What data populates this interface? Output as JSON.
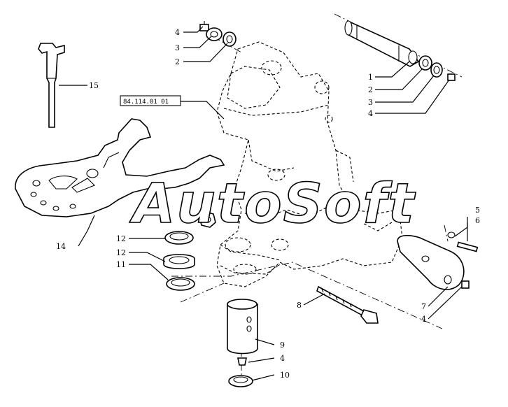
{
  "diagram": {
    "reference_box": "84.114.01 01",
    "watermark": "AutoSoft",
    "callouts": {
      "c1_top_left": "4",
      "c2_top_left": "3",
      "c3_top_left": "2",
      "c4_right_pin": "1",
      "c5_right_pin": "2",
      "c6_right_pin": "3",
      "c7_right_pin": "4",
      "c8_tool": "15",
      "c9_hitch": "14",
      "c10_bushing_a": "12",
      "c11_bushing_b": "12",
      "c12_bushing_c": "11",
      "c13_pin_right_a": "5",
      "c14_pin_right_b": "6",
      "c15_pin_right_c": "7",
      "c16_pin_right_d": "4",
      "c17_bolt": "8",
      "c18_lower_pin_a": "9",
      "c19_lower_pin_b": "4",
      "c20_lower_pin_c": "10"
    }
  }
}
